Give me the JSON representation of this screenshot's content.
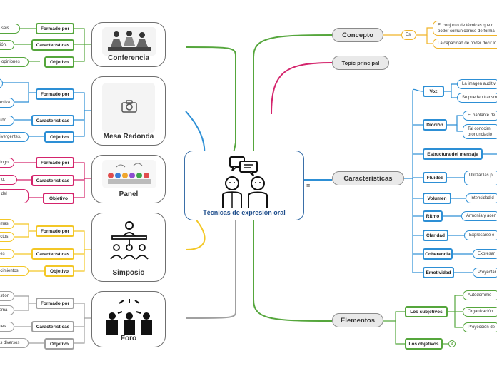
{
  "center": {
    "title": "Técnicas de expresión oral",
    "note_icon": "notes-icon"
  },
  "left": {
    "conferencia": {
      "label": "Conferencia",
      "tags": [
        "Formado por",
        "Características",
        "Objetivo"
      ],
      "leaves": [
        "e seis.",
        "sión.",
        "o opiniones"
      ]
    },
    "mesa": {
      "label": "Mesa Redonda",
      "tags": [
        "Formado por",
        "Características",
        "Objetivo"
      ],
      "leaves": [
        "",
        "cesiva.",
        "erdo.",
        "divergentes."
      ]
    },
    "panel": {
      "label": "Panel",
      "tags": [
        "Formado por",
        "Características",
        "Objetivo"
      ],
      "leaves": [
        "álogo.",
        "mo.",
        "s del"
      ]
    },
    "simposio": {
      "label": "Simposio",
      "tags": [
        "Formado por",
        "Características",
        "Objetivo"
      ],
      "leaves": [
        "emas",
        "ectos.",
        "nes",
        "ocimientos"
      ]
    },
    "foro": {
      "label": "Foro",
      "tags": [
        "Formado por",
        "Características",
        "Objetivo"
      ],
      "leaves": [
        "estión",
        "tema",
        "ntes",
        "as diversos"
      ]
    }
  },
  "right": {
    "concepto": {
      "label": "Concepto",
      "es": "Es",
      "defs": [
        "El conjunto de técnicas que n poder comunicarnse de forma",
        "La capacidad de poder decir lo"
      ]
    },
    "topic": {
      "label": "Topic principal"
    },
    "caracteristicas": {
      "label": "Características",
      "items": [
        {
          "name": "Voz",
          "leaves": [
            "La imagen auditiv",
            "Se pueden transm"
          ]
        },
        {
          "name": "Dicción",
          "leaves": [
            "El hablante de",
            "Tal conocimi pronunciació"
          ]
        },
        {
          "name": "Estructura del mensaje",
          "leaves": []
        },
        {
          "name": "Fluidez",
          "leaves": [
            "Utilizar las p ."
          ]
        },
        {
          "name": "Volumen",
          "leaves": [
            "Intensidad d"
          ]
        },
        {
          "name": "Ritmo",
          "leaves": [
            "Armonía y acen"
          ]
        },
        {
          "name": "Claridad",
          "leaves": [
            "Expresarse e"
          ]
        },
        {
          "name": "Coherencia",
          "leaves": [
            "Expresar"
          ]
        },
        {
          "name": "Emotividad",
          "leaves": [
            "Proyectar"
          ]
        }
      ]
    },
    "elementos": {
      "label": "Elementos",
      "subjetivos": {
        "name": "Los subjetivos",
        "leaves": [
          "Autodominio",
          "Organización",
          "Proyección de"
        ]
      },
      "objetivos": {
        "name": "Los objetivos",
        "count": "4"
      }
    }
  },
  "colors": {
    "green": "#55a63c",
    "pink": "#d4246c",
    "blue": "#2d8fd5",
    "yellow": "#f3c726",
    "gray": "#a0a0a0",
    "darkblue": "#27548e",
    "orange": "#f0b429"
  }
}
